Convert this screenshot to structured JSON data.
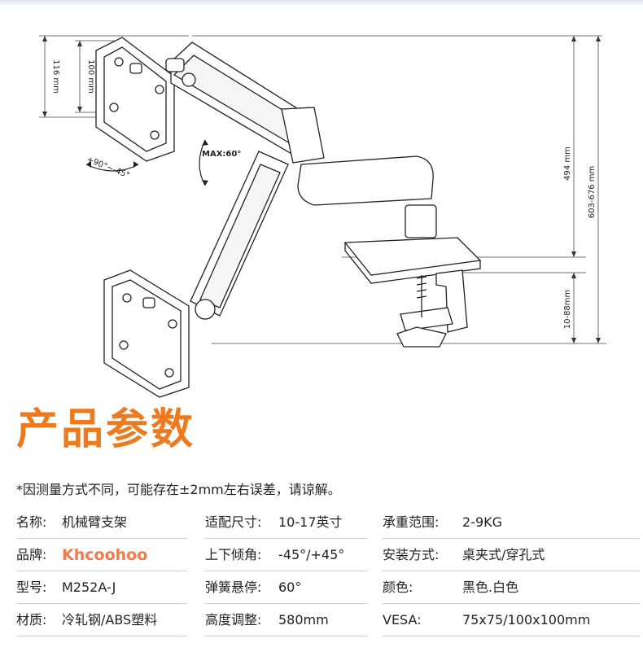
{
  "diagram": {
    "dims": {
      "d116": "116 mm",
      "d100": "100 mm",
      "d494": "494 mm",
      "d603": "603-676 mm",
      "d1088": "10-88mm"
    },
    "tilt_label": "+90°~-45°",
    "max_label": "MAX:60°"
  },
  "section_title": "产品参数",
  "note": "*因测量方式不同，可能存在±2mm左右误差，请谅解。",
  "specs": [
    [
      {
        "label": "名称:",
        "value": "机械臂支架"
      },
      {
        "label": "适配尺寸:",
        "value": "10-17英寸"
      },
      {
        "label": "承重范围:",
        "value": "2-9KG"
      }
    ],
    [
      {
        "label": "品牌:",
        "value": "Khcoohoo"
      },
      {
        "label": "上下倾角:",
        "value": "-45°/+45°"
      },
      {
        "label": "安装方式:",
        "value": "桌夹式/穿孔式"
      }
    ],
    [
      {
        "label": "型号:",
        "value": "M252A-J"
      },
      {
        "label": "弹簧悬停:",
        "value": "60°"
      },
      {
        "label": "颜色:",
        "value": "黑色.白色"
      }
    ],
    [
      {
        "label": "材质:",
        "value": "冷轧钢/ABS塑料"
      },
      {
        "label": "高度调整:",
        "value": "580mm"
      },
      {
        "label": "VESA:",
        "value": "75x75/100x100mm"
      }
    ]
  ],
  "colors": {
    "accent": "#ee7a1f",
    "logo": "#f07a4a",
    "line": "#cfcfcf"
  }
}
